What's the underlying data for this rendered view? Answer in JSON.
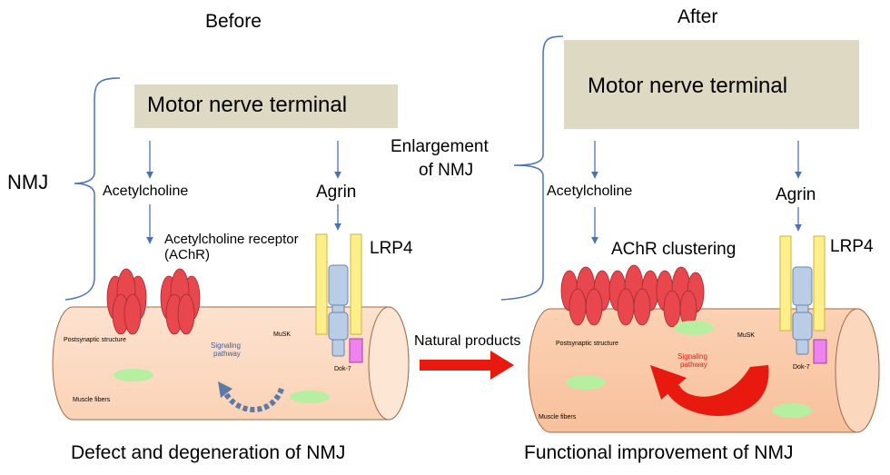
{
  "before": {
    "title": "Before",
    "motor_nerve_terminal": "Motor nerve terminal",
    "nmj_label": "NMJ",
    "acetylcholine": "Acetylcholine",
    "agrin": "Agrin",
    "achr_line1": "Acetylcholine receptor",
    "achr_line2": "(AChR)",
    "lrp4": "LRP4",
    "postsynaptic": "Postsynaptic structure",
    "musk": "MuSK",
    "signaling_line1": "Signaling",
    "signaling_line2": "pathway",
    "dok7": "Dok-7",
    "muscle_fibers": "Muscle fibers",
    "caption": "Defect and degeneration of NMJ"
  },
  "middle": {
    "natural_products": "Natural products"
  },
  "after": {
    "title": "After",
    "motor_nerve_terminal": "Motor nerve terminal",
    "enlargement_line1": "Enlargement",
    "enlargement_line2": "of NMJ",
    "acetylcholine": "Acetylcholine",
    "agrin": "Agrin",
    "achr_clustering": "AChR clustering",
    "lrp4": "LRP4",
    "postsynaptic": "Postsynaptic structure",
    "musk": "MuSK",
    "signaling_line1": "Signaling",
    "signaling_line2": "pathway",
    "dok7": "Dok-7",
    "muscle_fibers": "Muscle fibers",
    "caption": "Functional improvement of NMJ"
  },
  "colors": {
    "nerve_box": "#ddd9c3",
    "muscle": "#fbd7bd",
    "muscle_after": "#f9c6a5",
    "receptor": "#e8474d",
    "lrp4": "#ffef8a",
    "musk": "#b9cde6",
    "dok7": "#ee82ee",
    "green": "#b7efa0",
    "bracket": "#4a72b8",
    "arrow_red": "#e8190f"
  }
}
